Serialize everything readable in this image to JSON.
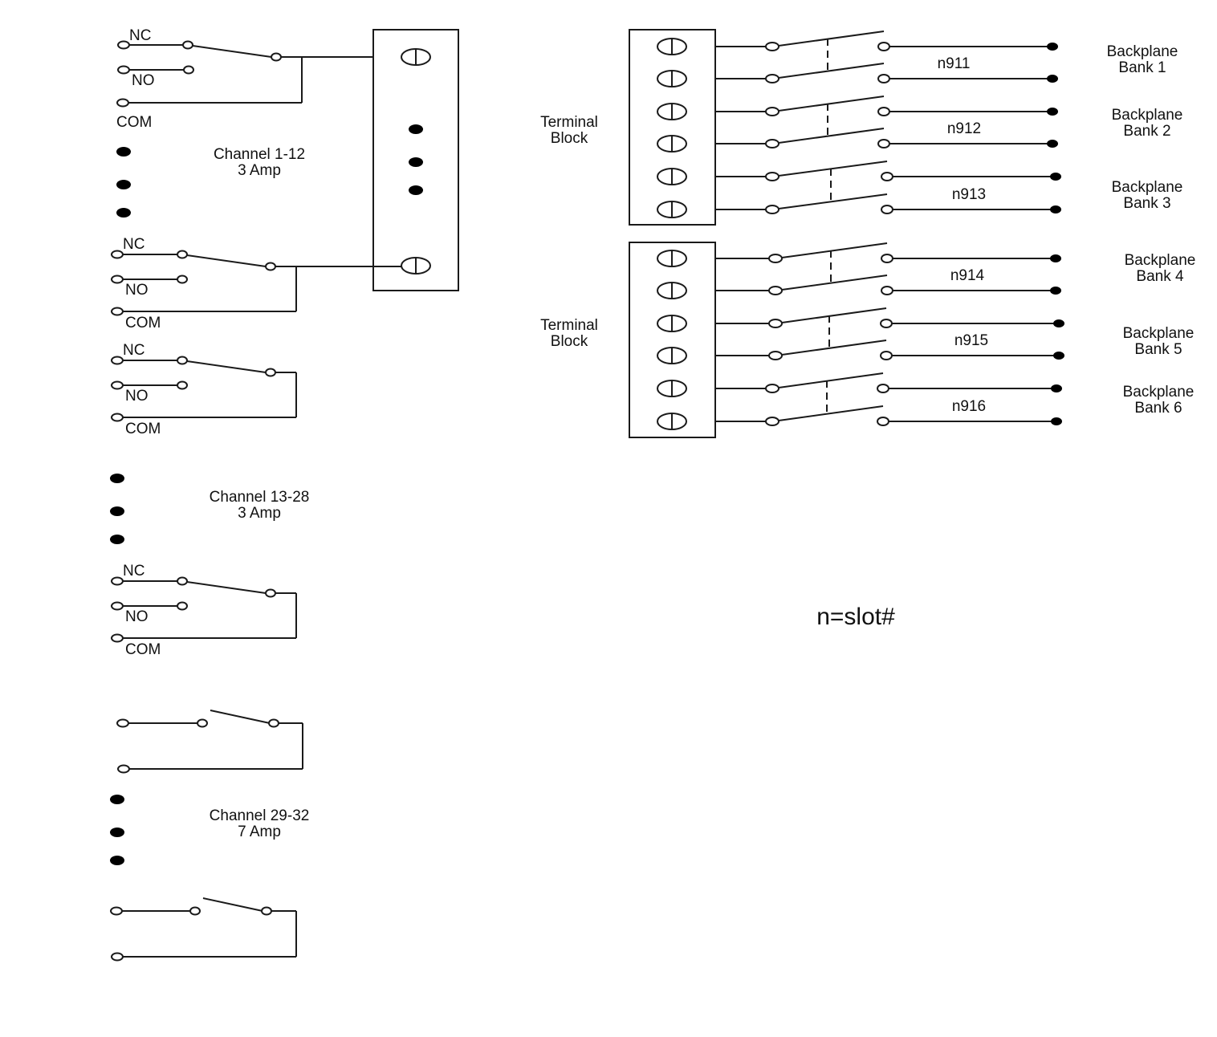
{
  "diagram": {
    "type": "relay wiring schematic",
    "colors": {
      "line": "#1a1a1a",
      "background": "#ffffff"
    },
    "left_section": {
      "channel_groups": [
        {
          "label": "Channel 1-12",
          "rating": "3 Amp"
        },
        {
          "label": "Channel 13-28",
          "rating": "3 Amp"
        },
        {
          "label": "Channel 29-32",
          "rating": "7 Amp"
        }
      ],
      "contact_labels": {
        "nc": "NC",
        "no": "NO",
        "com": "COM"
      }
    },
    "right_section": {
      "terminal_blocks": [
        {
          "label_line1": "Terminal",
          "label_line2": "Block"
        },
        {
          "label_line1": "Terminal",
          "label_line2": "Block"
        }
      ],
      "relays": [
        {
          "name": "n911",
          "bank_line1": "Backplane",
          "bank_line2": "Bank 1"
        },
        {
          "name": "n912",
          "bank_line1": "Backplane",
          "bank_line2": "Bank 2"
        },
        {
          "name": "n913",
          "bank_line1": "Backplane",
          "bank_line2": "Bank 3"
        },
        {
          "name": "n914",
          "bank_line1": "Backplane",
          "bank_line2": "Bank 4"
        },
        {
          "name": "n915",
          "bank_line1": "Backplane",
          "bank_line2": "Bank 5"
        },
        {
          "name": "n916",
          "bank_line1": "Backplane",
          "bank_line2": "Bank 6"
        }
      ],
      "legend": "n=slot#"
    }
  }
}
